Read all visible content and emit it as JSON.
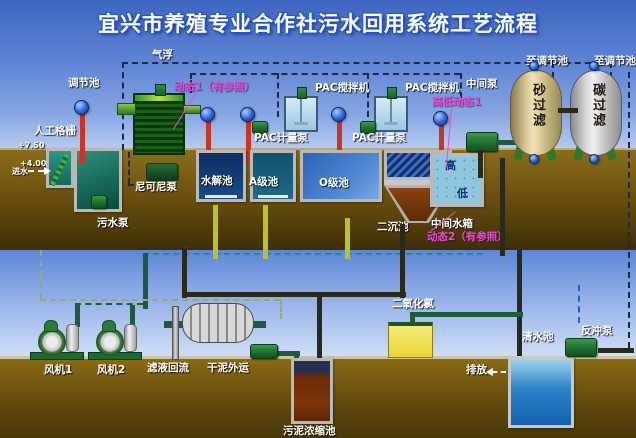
{
  "title": "宜兴市养殖专业合作社污水回用系统工艺流程",
  "process": {
    "air_flotation": "气浮",
    "regulating_tank": "调节池",
    "manual_screen": "人工格栅",
    "elevation_top": "+7.50",
    "elevation_inlet": "+4.00",
    "inlet": "进水",
    "sewage_pump": "污水泵",
    "nikuni_pump": "尼可尼泵",
    "dynamic1": "动态1（有参照）",
    "pac_mixer_1": "PAC搅拌机",
    "pac_mixer_2": "PAC搅拌机",
    "pac_dosing_pump_1": "PAC计量泵",
    "pac_dosing_pump_2": "PAC计量泵",
    "hydrolysis_tank": "水解池",
    "a_grade_tank": "A级池",
    "o_grade_tank": "O级池",
    "secondary_clarifier": "二沉池",
    "intermediate_tank": "中间水箱",
    "dynamic2": "动态2（有参照）",
    "level_high": "高",
    "level_low": "低",
    "intermediate_pump": "中间泵",
    "high_low_dynamic": "高低动态1",
    "sand_filter": "砂过滤",
    "carbon_filter": "碳过滤",
    "to_regulating_1": "至调节池",
    "to_regulating_2": "至调节池"
  },
  "bottom": {
    "fan1": "风机1",
    "fan2": "风机2",
    "filtrate_return": "滤液回流",
    "dry_sludge_out": "干泥外运",
    "sludge_thickener": "污泥浓缩池",
    "chlorine_dioxide": "二氧化氯",
    "clean_water_tank": "清水池",
    "backwash_pump": "反冲泵",
    "discharge": "排放"
  },
  "colors": {
    "accent_pink": "#e84ad8",
    "gauge_blue": "#2a64d8",
    "pump_green": "#1e6a2e",
    "ground_brown": "#6b500e",
    "chlorine_yellow": "#eedc48",
    "sky_blue": "#3e66c0"
  }
}
